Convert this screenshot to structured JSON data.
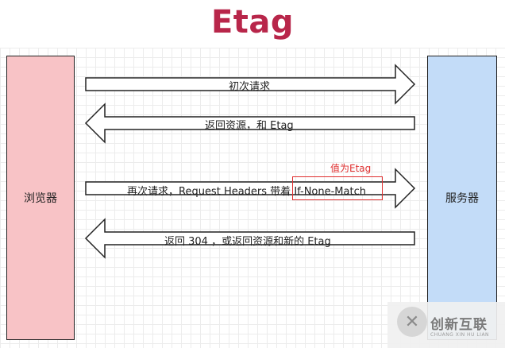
{
  "title": "Etag",
  "actors": {
    "browser": "浏览器",
    "server": "服务器"
  },
  "messages": [
    {
      "label": "初次请求",
      "direction": "right"
    },
    {
      "label": "返回资源，和 Etag",
      "direction": "left"
    },
    {
      "label_prefix": "再次请求，Request Headers 带着 ",
      "label_highlight": "If-None-Match",
      "direction": "right"
    },
    {
      "label": "返回 304 ，或返回资源和新的 Etag",
      "direction": "left"
    }
  ],
  "annotation": "值为Etag",
  "watermark": {
    "text": "创新互联",
    "subtext": "CHUANG XIN HU LIAN",
    "glyph": "✕"
  },
  "colors": {
    "title": "#b8264a",
    "browser_fill": "#f8c3c6",
    "server_fill": "#c3dcf8",
    "annotation": "#e03030"
  }
}
